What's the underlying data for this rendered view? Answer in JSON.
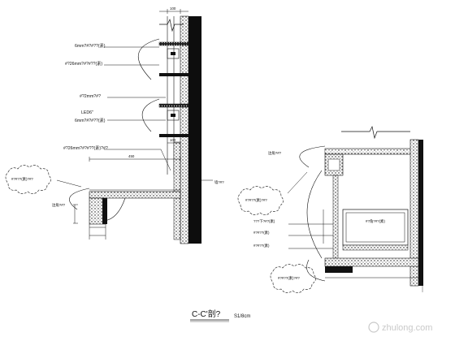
{
  "labels": {
    "dim_top": "100",
    "l_6mm_a": "6mm?#?#??(素)",
    "l_26mm_a": "#?26mm?#?#??(素)",
    "l_2mm": "#?2mm?#?",
    "l_led": "LED6\"",
    "l_6mm_b": "6mm?#?#??(素)",
    "l_dim_mid": "100",
    "l_26mm_b": "#?26mm?#?#??(素)?#?",
    "l_dim_450": "450",
    "l_cloud_left": "#?#??(素)?#?",
    "l_small_left": "边角?#?",
    "l_right_wall": "墙?#?",
    "l_cloud_right": "#?#??(素)?#?",
    "l_top_right": "边角?#?",
    "l_mid_right_a": "???下?#?(素)",
    "l_mid_right_b": "#?#??(素)",
    "l_box": "#?角?#?(素)",
    "l_bottom_right": "#?#??(素)",
    "l_cloud_br": "#?#??(素)?#?"
  },
  "title": {
    "text": "C-C'剖?",
    "scale": "S1/8cm"
  },
  "watermark": "zhulong.com"
}
